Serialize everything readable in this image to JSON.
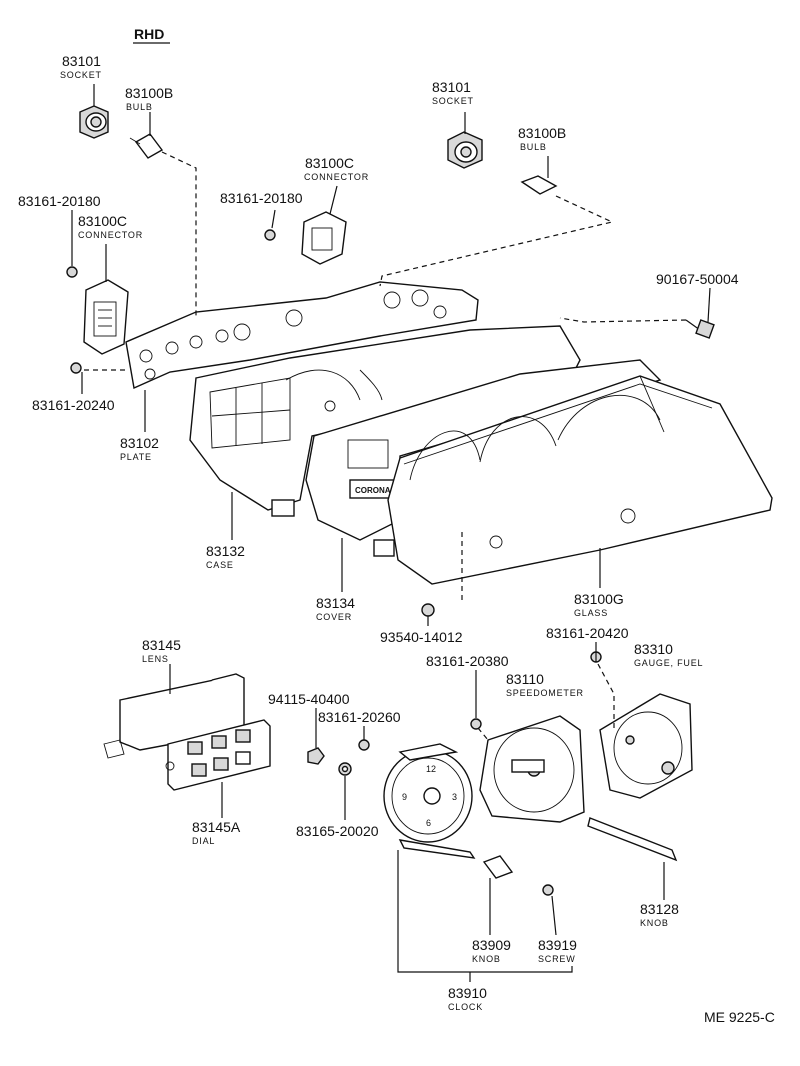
{
  "header": {
    "title": "RHD",
    "reference": "ME 9225-C"
  },
  "parts": [
    {
      "id": "socket-left",
      "number": "83101",
      "name": "SOCKET"
    },
    {
      "id": "bulb-left",
      "number": "83100B",
      "name": "BULB"
    },
    {
      "id": "socket-right",
      "number": "83101",
      "name": "SOCKET"
    },
    {
      "id": "bulb-right",
      "number": "83100B",
      "name": "BULB"
    },
    {
      "id": "connector-center",
      "number": "83100C",
      "name": "CONNECTOR"
    },
    {
      "id": "screw-center",
      "number": "83161-20180",
      "name": ""
    },
    {
      "id": "screw-left",
      "number": "83161-20180",
      "name": ""
    },
    {
      "id": "connector-left",
      "number": "83100C",
      "name": "CONNECTOR"
    },
    {
      "id": "bolt-right",
      "number": "90167-50004",
      "name": ""
    },
    {
      "id": "screw-plate",
      "number": "83161-20240",
      "name": ""
    },
    {
      "id": "plate",
      "number": "83102",
      "name": "PLATE"
    },
    {
      "id": "case",
      "number": "83132",
      "name": "CASE"
    },
    {
      "id": "cover",
      "number": "83134",
      "name": "COVER"
    },
    {
      "id": "glass",
      "number": "83100G",
      "name": "GLASS"
    },
    {
      "id": "screw-glass",
      "number": "93540-14012",
      "name": ""
    },
    {
      "id": "screw-gauge",
      "number": "83161-20420",
      "name": ""
    },
    {
      "id": "lens",
      "number": "83145",
      "name": "LENS"
    },
    {
      "id": "nut",
      "number": "94115-40400",
      "name": ""
    },
    {
      "id": "screw-clock",
      "number": "83161-20260",
      "name": ""
    },
    {
      "id": "screw-speedo",
      "number": "83161-20380",
      "name": ""
    },
    {
      "id": "speedometer",
      "number": "83110",
      "name": "SPEEDOMETER"
    },
    {
      "id": "fuel-gauge",
      "number": "83310",
      "name": "GAUGE, FUEL"
    },
    {
      "id": "dial",
      "number": "83145A",
      "name": "DIAL"
    },
    {
      "id": "washer",
      "number": "83165-20020",
      "name": ""
    },
    {
      "id": "knob-clock",
      "number": "83909",
      "name": "KNOB"
    },
    {
      "id": "screw-small",
      "number": "83919",
      "name": "SCREW"
    },
    {
      "id": "knob-trip",
      "number": "83128",
      "name": "KNOB"
    },
    {
      "id": "clock",
      "number": "83910",
      "name": "CLOCK"
    }
  ],
  "cover_badge": "CORONA"
}
